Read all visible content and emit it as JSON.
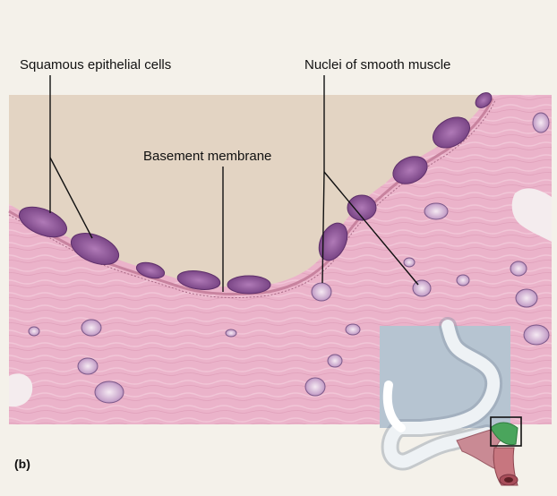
{
  "labels": {
    "squamous": "Squamous epithelial cells",
    "nuclei": "Nuclei of smooth muscle",
    "basement": "Basement membrane",
    "panel": "(b)"
  },
  "colors": {
    "page_bg": "#f4f1ea",
    "lumen": "#e3d4c3",
    "tissue": "#ebb3ca",
    "epithelium_nucleus": "#8b4b93",
    "inset_bg": "#a9b9c8",
    "highlight": "#4aa55c"
  }
}
